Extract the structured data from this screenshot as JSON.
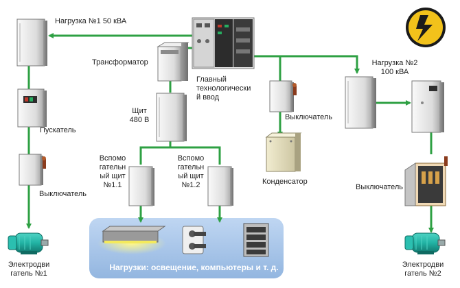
{
  "labels": {
    "load1": "Нагрузка №1 50 кВА",
    "transformer": "Трансформатор",
    "main_input": "Главный\nтехнологически\nй ввод",
    "load2": "Нагрузка №2\n100 кВА",
    "starter": "Пускатель",
    "panel_480": "Щит\n480 В",
    "aux_panel_1": "Вспомо\nгательн\nый щит\n№1.1",
    "aux_panel_2": "Вспомо\nгательн\nый щит\n№1.2",
    "switch_left": "Выключатель",
    "switch_middle": "Выключатель",
    "switch_right": "Выключатель",
    "capacitor": "Конденсатор",
    "motor1": "Электродви\nгатель №1",
    "motor2": "Электродви\nгатель №2",
    "loads_caption": "Нагрузки: освещение, компьютеры и т. д."
  },
  "icons": {
    "logo": "lightning-bolt-logo-icon"
  },
  "colors": {
    "line": "#2ea043",
    "loads_panel": "#a9c9ec",
    "logo_outer": "#1b1b1b",
    "logo_inner": "#f2c21b",
    "motor": "#22b3a4"
  }
}
